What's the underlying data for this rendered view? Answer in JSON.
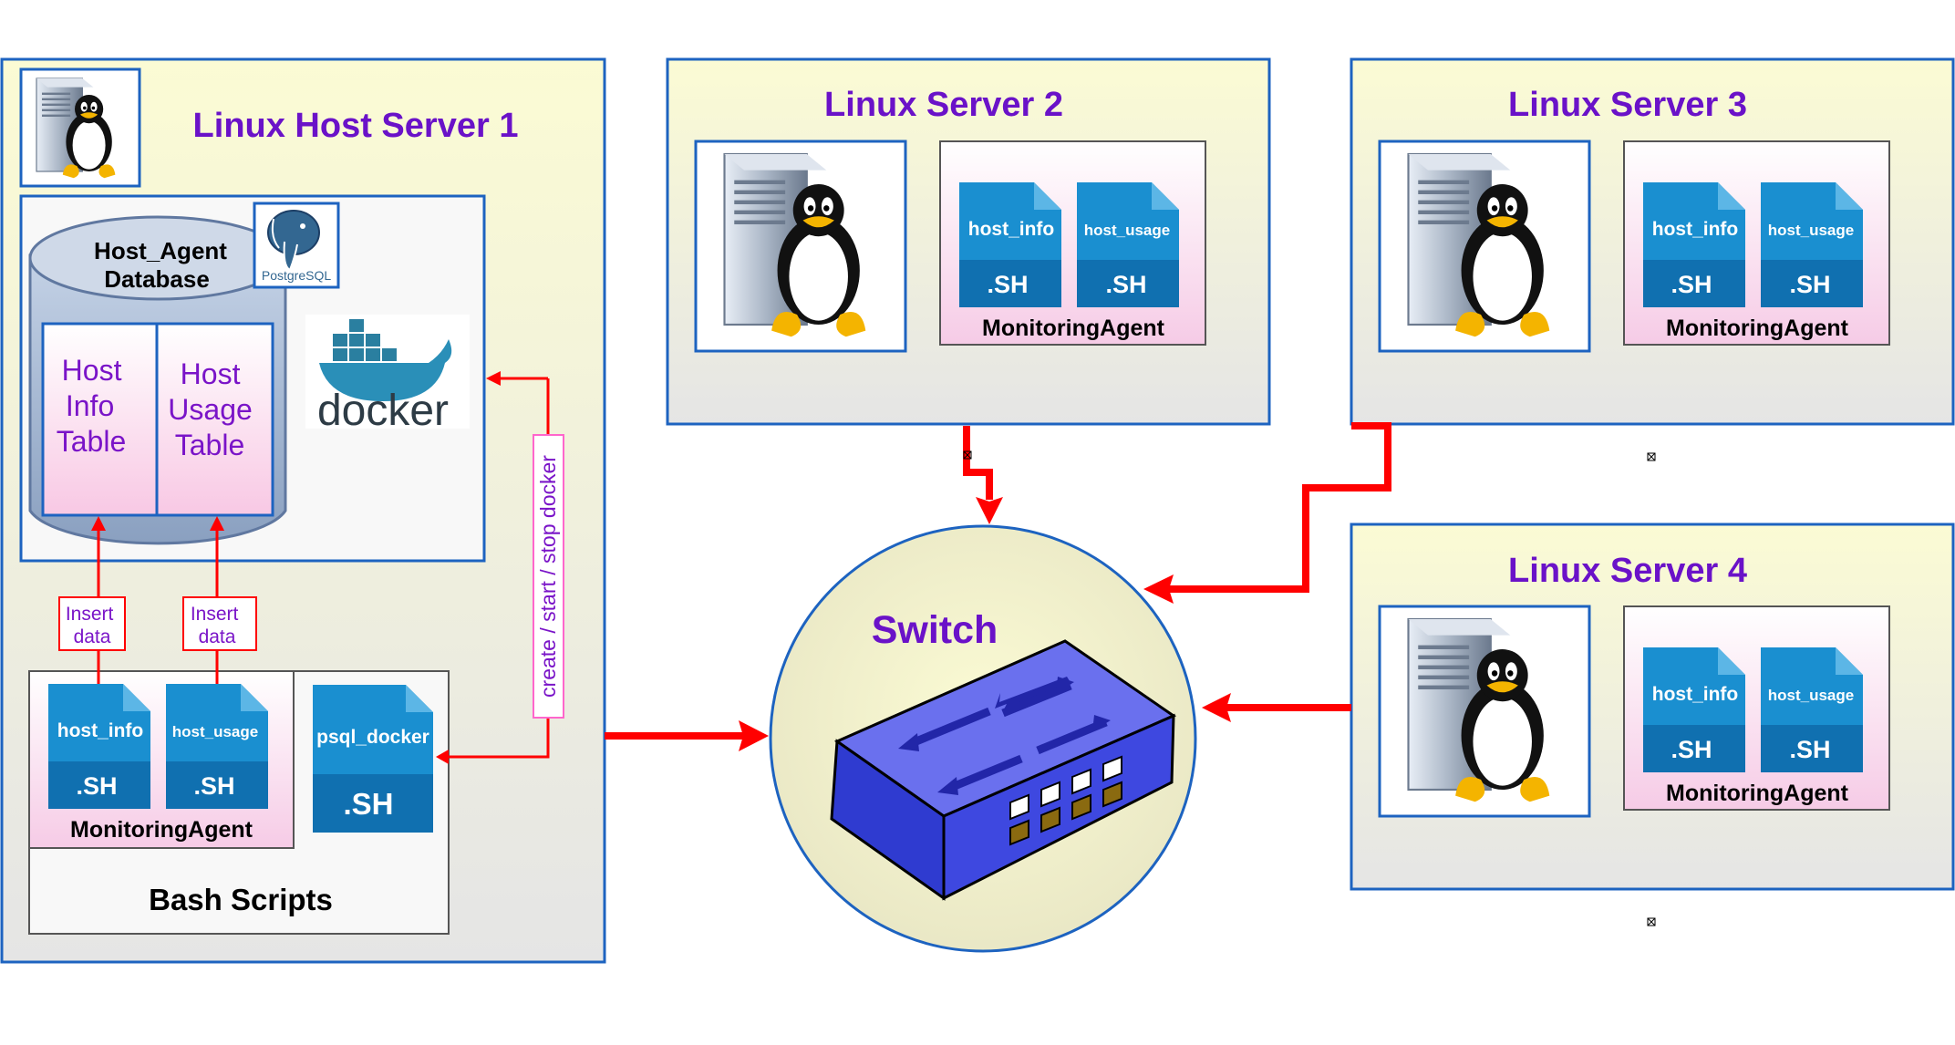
{
  "host_server": {
    "title": "Linux Host Server 1",
    "database_label_1": "Host_Agent",
    "database_label_2": "Database",
    "postgres_logo_text": "PostgreSQL",
    "table_info": [
      "Host",
      "Info",
      "Table"
    ],
    "table_usage": [
      "Host",
      "Usage",
      "Table"
    ],
    "docker_logo_text": "docker",
    "insert_label_1": [
      "Insert",
      "data"
    ],
    "insert_label_2": [
      "Insert",
      "data"
    ],
    "docker_control_label": "create / start / stop docker",
    "script_info": {
      "name": "host_info",
      "ext": ".SH"
    },
    "script_usage": {
      "name": "host_usage",
      "ext": ".SH"
    },
    "script_psql": {
      "name": "psql_docker",
      "ext": ".SH"
    },
    "agent_label": "MonitoringAgent",
    "scripts_label": "Bash Scripts"
  },
  "servers": [
    {
      "title": "Linux Server 2",
      "script_info": {
        "name": "host_info",
        "ext": ".SH"
      },
      "script_usage": {
        "name": "host_usage",
        "ext": ".SH"
      },
      "agent_label": "MonitoringAgent"
    },
    {
      "title": "Linux Server 3",
      "script_info": {
        "name": "host_info",
        "ext": ".SH"
      },
      "script_usage": {
        "name": "host_usage",
        "ext": ".SH"
      },
      "agent_label": "MonitoringAgent"
    },
    {
      "title": "Linux Server 4",
      "script_info": {
        "name": "host_info",
        "ext": ".SH"
      },
      "script_usage": {
        "name": "host_usage",
        "ext": ".SH"
      },
      "agent_label": "MonitoringAgent"
    }
  ],
  "switch": {
    "title": "Switch"
  },
  "colors": {
    "title_purple": "#6a12c8",
    "box_border": "#1d63c0",
    "arrow_red": "#ff0000",
    "script_blue": "#1a8fd0",
    "script_dark": "#1070b0"
  },
  "icons": [
    "linux-tux-server-icon",
    "postgresql-elephant-icon",
    "docker-whale-icon",
    "network-switch-icon",
    "shell-script-file-icon"
  ]
}
